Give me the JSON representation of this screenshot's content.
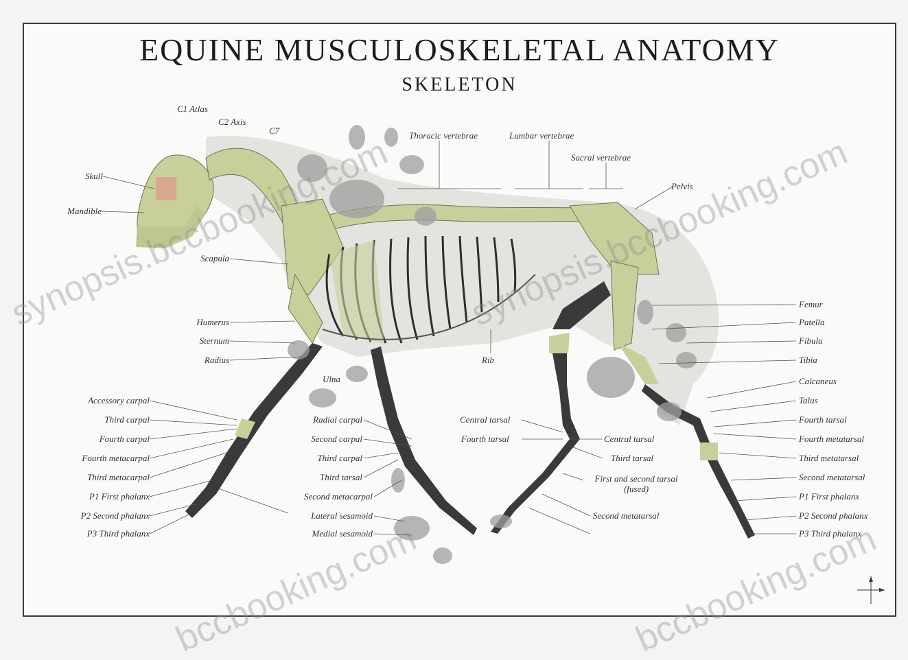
{
  "poster": {
    "title": "EQUINE MUSCULOSKELETAL ANATOMY",
    "subtitle": "SKELETON"
  },
  "labels": {
    "c1_atlas": "C1 Atlas",
    "c2_axis": "C2 Axis",
    "c7": "C7",
    "thoracic_vertebrae": "Thoracic vertebrae",
    "lumbar_vertebrae": "Lumbar vertebrae",
    "sacral_vertebrae": "Sacral vertebrae",
    "skull": "Skull",
    "mandible": "Mandible",
    "scapula": "Scapula",
    "pelvis": "Pelvis",
    "humerus": "Humerus",
    "sternum": "Sternum",
    "radius": "Radius",
    "ulna": "Ulna",
    "rib": "Rib",
    "femur": "Femur",
    "patella": "Patella",
    "fibula": "Fibula",
    "tibia": "Tibia",
    "calcaneus": "Calcaneus",
    "talus": "Talus",
    "accessory_carpal": "Accessory carpal",
    "third_carpal": "Third carpal",
    "fourth_carpal": "Fourth carpal",
    "fourth_metacarpal": "Fourth metacarpal",
    "third_metacarpal": "Third metacarpal",
    "p1_first_phalanx_l": "P1 First phalanx",
    "p2_second_phalanx_l": "P2 Second phalanx",
    "p3_third_phalanx_l": "P3 Third phalanx",
    "radial_carpal": "Radial carpal",
    "second_carpal": "Second carpal",
    "third_carpal_mid": "Third carpal",
    "second_metacarpal": "Second metacarpal",
    "lateral_sesamoid": "Lateral sesamoid",
    "medial_sesamoid": "Medial sesamoid",
    "central_tarsal": "Central tarsal",
    "third_tarsal": "Third tarsal",
    "fourth_tarsal": "Fourth tarsal",
    "first_second_tarsal": "First and second tarsal (fused)",
    "central_tarsal_r": "Central tarsal",
    "third_tarsal_r": "Third tarsal",
    "second_metatarsal": "Second metatarsal",
    "fourth_tarsal_r": "Fourth tarsal",
    "fourth_metatarsal": "Fourth metatarsal",
    "third_metatarsal": "Third metatarsal",
    "second_metatarsal_r": "Second metatarsal",
    "p1_first_phalanx_r": "P1 First phalanx",
    "p2_second_phalanx_r": "P2 Second phalanx",
    "p3_third_phalanx_r": "P3 Third phalanx"
  },
  "watermark": {
    "text_1": "synopsis.bccbooking.com",
    "text_2": "synopsis.bccbooking.com",
    "text_3": "bccbooking.com",
    "text_4": "bccbooking.com"
  },
  "colors": {
    "highlight_bone": "#c9cf9a",
    "gray_bone": "#a9a9a9",
    "dark_bone": "#2e2e2e",
    "skull_accent": "#d8a98c"
  }
}
